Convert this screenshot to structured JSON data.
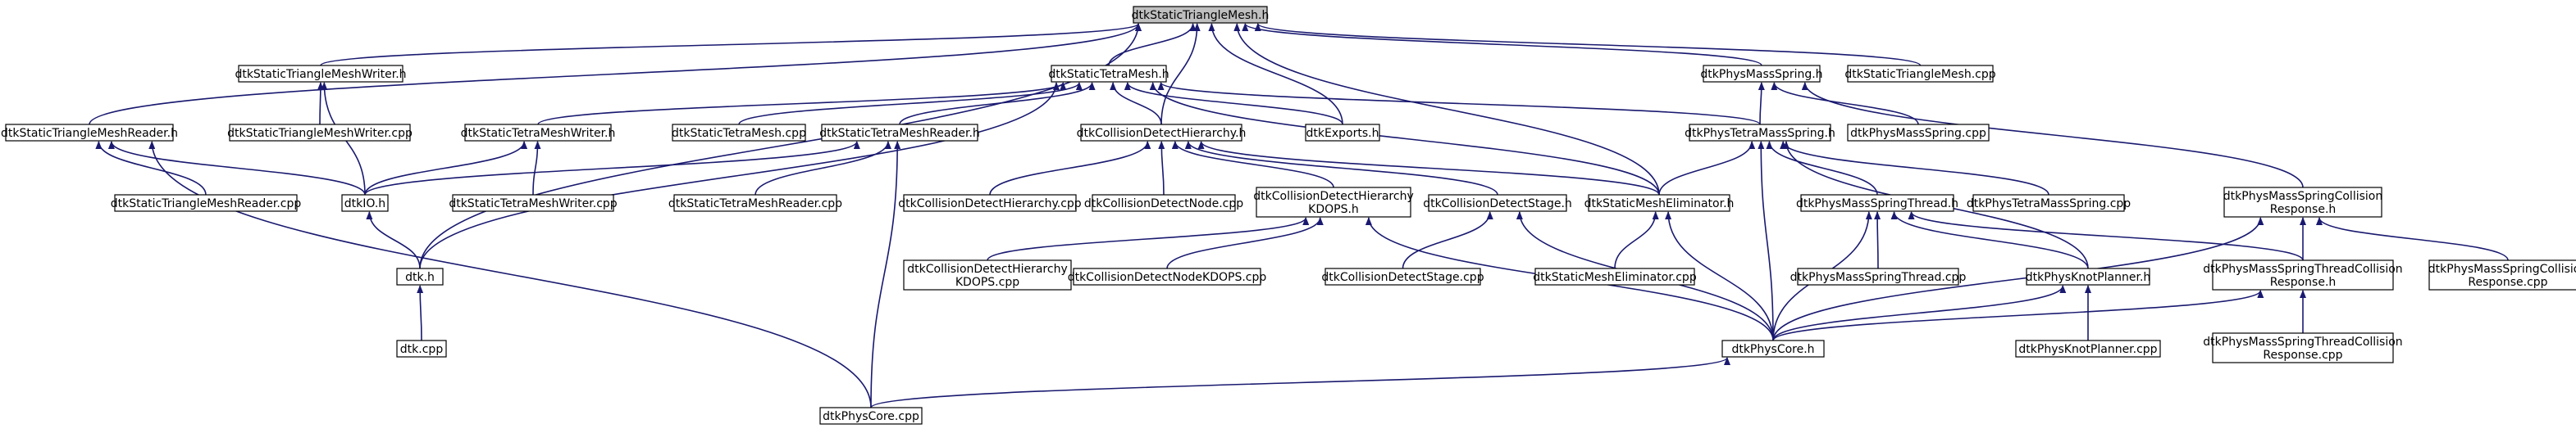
{
  "colors": {
    "edge": "#191970",
    "root_fill": "#bfbfbf",
    "node_fill": "#ffffff",
    "border": "#000000"
  },
  "nodes": [
    {
      "id": "root",
      "lines": [
        "dtkStaticTriangleMesh.h"
      ]
    },
    {
      "id": "tmw_h",
      "lines": [
        "dtkStaticTriangleMeshWriter.h"
      ]
    },
    {
      "id": "tetra_h",
      "lines": [
        "dtkStaticTetraMesh.h"
      ]
    },
    {
      "id": "spring_h",
      "lines": [
        "dtkPhysMassSpring.h"
      ]
    },
    {
      "id": "tri_cpp",
      "lines": [
        "dtkStaticTriangleMesh.cpp"
      ]
    },
    {
      "id": "tmr_h",
      "lines": [
        "dtkStaticTriangleMeshReader.h"
      ]
    },
    {
      "id": "tmw_cpp",
      "lines": [
        "dtkStaticTriangleMeshWriter.cpp"
      ]
    },
    {
      "id": "ttw_h",
      "lines": [
        "dtkStaticTetraMeshWriter.h"
      ]
    },
    {
      "id": "tetra_cpp",
      "lines": [
        "dtkStaticTetraMesh.cpp"
      ]
    },
    {
      "id": "ttr_h",
      "lines": [
        "dtkStaticTetraMeshReader.h"
      ]
    },
    {
      "id": "cdh_h",
      "lines": [
        "dtkCollisionDetectHierarchy.h"
      ]
    },
    {
      "id": "exports_h",
      "lines": [
        "dtkExports.h"
      ]
    },
    {
      "id": "tms_h",
      "lines": [
        "dtkPhysTetraMassSpring.h"
      ]
    },
    {
      "id": "spring_cpp",
      "lines": [
        "dtkPhysMassSpring.cpp"
      ]
    },
    {
      "id": "mscr_h",
      "lines": [
        "dtkPhysMassSpringCollision",
        "Response.h"
      ]
    },
    {
      "id": "tmr_cpp",
      "lines": [
        "dtkStaticTriangleMeshReader.cpp"
      ]
    },
    {
      "id": "io_h",
      "lines": [
        "dtkIO.h"
      ]
    },
    {
      "id": "ttw_cpp",
      "lines": [
        "dtkStaticTetraMeshWriter.cpp"
      ]
    },
    {
      "id": "ttr_cpp",
      "lines": [
        "dtkStaticTetraMeshReader.cpp"
      ]
    },
    {
      "id": "cdh_cpp",
      "lines": [
        "dtkCollisionDetectHierarchy.cpp"
      ]
    },
    {
      "id": "cdn_cpp",
      "lines": [
        "dtkCollisionDetectNode.cpp"
      ]
    },
    {
      "id": "cdhk_h",
      "lines": [
        "dtkCollisionDetectHierarchy",
        "KDOPS.h"
      ]
    },
    {
      "id": "cds_h",
      "lines": [
        "dtkCollisionDetectStage.h"
      ]
    },
    {
      "id": "sme_h",
      "lines": [
        "dtkStaticMeshEliminator.h"
      ]
    },
    {
      "id": "mst_h",
      "lines": [
        "dtkPhysMassSpringThread.h"
      ]
    },
    {
      "id": "tms_cpp",
      "lines": [
        "dtkPhysTetraMassSpring.cpp"
      ]
    },
    {
      "id": "mscr_cpp",
      "lines": [
        "dtkPhysMassSpringCollision",
        "Response.cpp"
      ]
    },
    {
      "id": "dtk_h",
      "lines": [
        "dtk.h"
      ]
    },
    {
      "id": "cdhk_cpp",
      "lines": [
        "dtkCollisionDetectHierarchy",
        "KDOPS.cpp"
      ]
    },
    {
      "id": "cdnk_cpp",
      "lines": [
        "dtkCollisionDetectNodeKDOPS.cpp"
      ]
    },
    {
      "id": "cds_cpp",
      "lines": [
        "dtkCollisionDetectStage.cpp"
      ]
    },
    {
      "id": "sme_cpp",
      "lines": [
        "dtkStaticMeshEliminator.cpp"
      ]
    },
    {
      "id": "mst_cpp",
      "lines": [
        "dtkPhysMassSpringThread.cpp"
      ]
    },
    {
      "id": "kp_h",
      "lines": [
        "dtkPhysKnotPlanner.h"
      ]
    },
    {
      "id": "mstcr_h",
      "lines": [
        "dtkPhysMassSpringThreadCollision",
        "Response.h"
      ]
    },
    {
      "id": "dtk_cpp",
      "lines": [
        "dtk.cpp"
      ]
    },
    {
      "id": "core_h",
      "lines": [
        "dtkPhysCore.h"
      ]
    },
    {
      "id": "kp_cpp",
      "lines": [
        "dtkPhysKnotPlanner.cpp"
      ]
    },
    {
      "id": "mstcr_cpp",
      "lines": [
        "dtkPhysMassSpringThreadCollision",
        "Response.cpp"
      ]
    },
    {
      "id": "core_cpp",
      "lines": [
        "dtkPhysCore.cpp"
      ]
    }
  ],
  "edges": [
    [
      "tmw_h",
      "root"
    ],
    [
      "tetra_h",
      "root"
    ],
    [
      "spring_h",
      "root"
    ],
    [
      "tri_cpp",
      "root"
    ],
    [
      "tmr_h",
      "root"
    ],
    [
      "cdh_h",
      "root"
    ],
    [
      "exports_h",
      "root"
    ],
    [
      "sme_h",
      "root"
    ],
    [
      "dtk_h",
      "root"
    ],
    [
      "tmw_cpp",
      "tmw_h"
    ],
    [
      "io_h",
      "tmw_h"
    ],
    [
      "ttw_h",
      "tetra_h"
    ],
    [
      "tetra_cpp",
      "tetra_h"
    ],
    [
      "ttr_h",
      "tetra_h"
    ],
    [
      "cdh_h",
      "tetra_h"
    ],
    [
      "exports_h",
      "tetra_h"
    ],
    [
      "tms_h",
      "tetra_h"
    ],
    [
      "sme_h",
      "tetra_h"
    ],
    [
      "dtk_h",
      "tetra_h"
    ],
    [
      "tms_h",
      "spring_h"
    ],
    [
      "spring_cpp",
      "spring_h"
    ],
    [
      "mscr_h",
      "spring_h"
    ],
    [
      "tmr_cpp",
      "tmr_h"
    ],
    [
      "io_h",
      "tmr_h"
    ],
    [
      "core_cpp",
      "tmr_h"
    ],
    [
      "io_h",
      "ttw_h"
    ],
    [
      "ttw_cpp",
      "ttw_h"
    ],
    [
      "io_h",
      "ttr_h"
    ],
    [
      "ttr_cpp",
      "ttr_h"
    ],
    [
      "core_cpp",
      "ttr_h"
    ],
    [
      "cdh_cpp",
      "cdh_h"
    ],
    [
      "cdn_cpp",
      "cdh_h"
    ],
    [
      "cdhk_h",
      "cdh_h"
    ],
    [
      "cds_h",
      "cdh_h"
    ],
    [
      "sme_h",
      "cdh_h"
    ],
    [
      "sme_h",
      "tms_h"
    ],
    [
      "mst_h",
      "tms_h"
    ],
    [
      "tms_cpp",
      "tms_h"
    ],
    [
      "core_h",
      "tms_h"
    ],
    [
      "kp_h",
      "tms_h"
    ],
    [
      "mscr_cpp",
      "mscr_h"
    ],
    [
      "mstcr_h",
      "mscr_h"
    ],
    [
      "core_h",
      "mscr_h"
    ],
    [
      "dtk_h",
      "io_h"
    ],
    [
      "cdhk_cpp",
      "cdhk_h"
    ],
    [
      "cdnk_cpp",
      "cdhk_h"
    ],
    [
      "core_h",
      "cdhk_h"
    ],
    [
      "cds_cpp",
      "cds_h"
    ],
    [
      "core_h",
      "cds_h"
    ],
    [
      "sme_cpp",
      "sme_h"
    ],
    [
      "core_h",
      "sme_h"
    ],
    [
      "mst_cpp",
      "mst_h"
    ],
    [
      "kp_h",
      "mst_h"
    ],
    [
      "mstcr_h",
      "mst_h"
    ],
    [
      "core_h",
      "mst_h"
    ],
    [
      "dtk_cpp",
      "dtk_h"
    ],
    [
      "core_h",
      "kp_h"
    ],
    [
      "kp_cpp",
      "kp_h"
    ],
    [
      "core_h",
      "mstcr_h"
    ],
    [
      "mstcr_cpp",
      "mstcr_h"
    ],
    [
      "core_cpp",
      "core_h"
    ]
  ]
}
